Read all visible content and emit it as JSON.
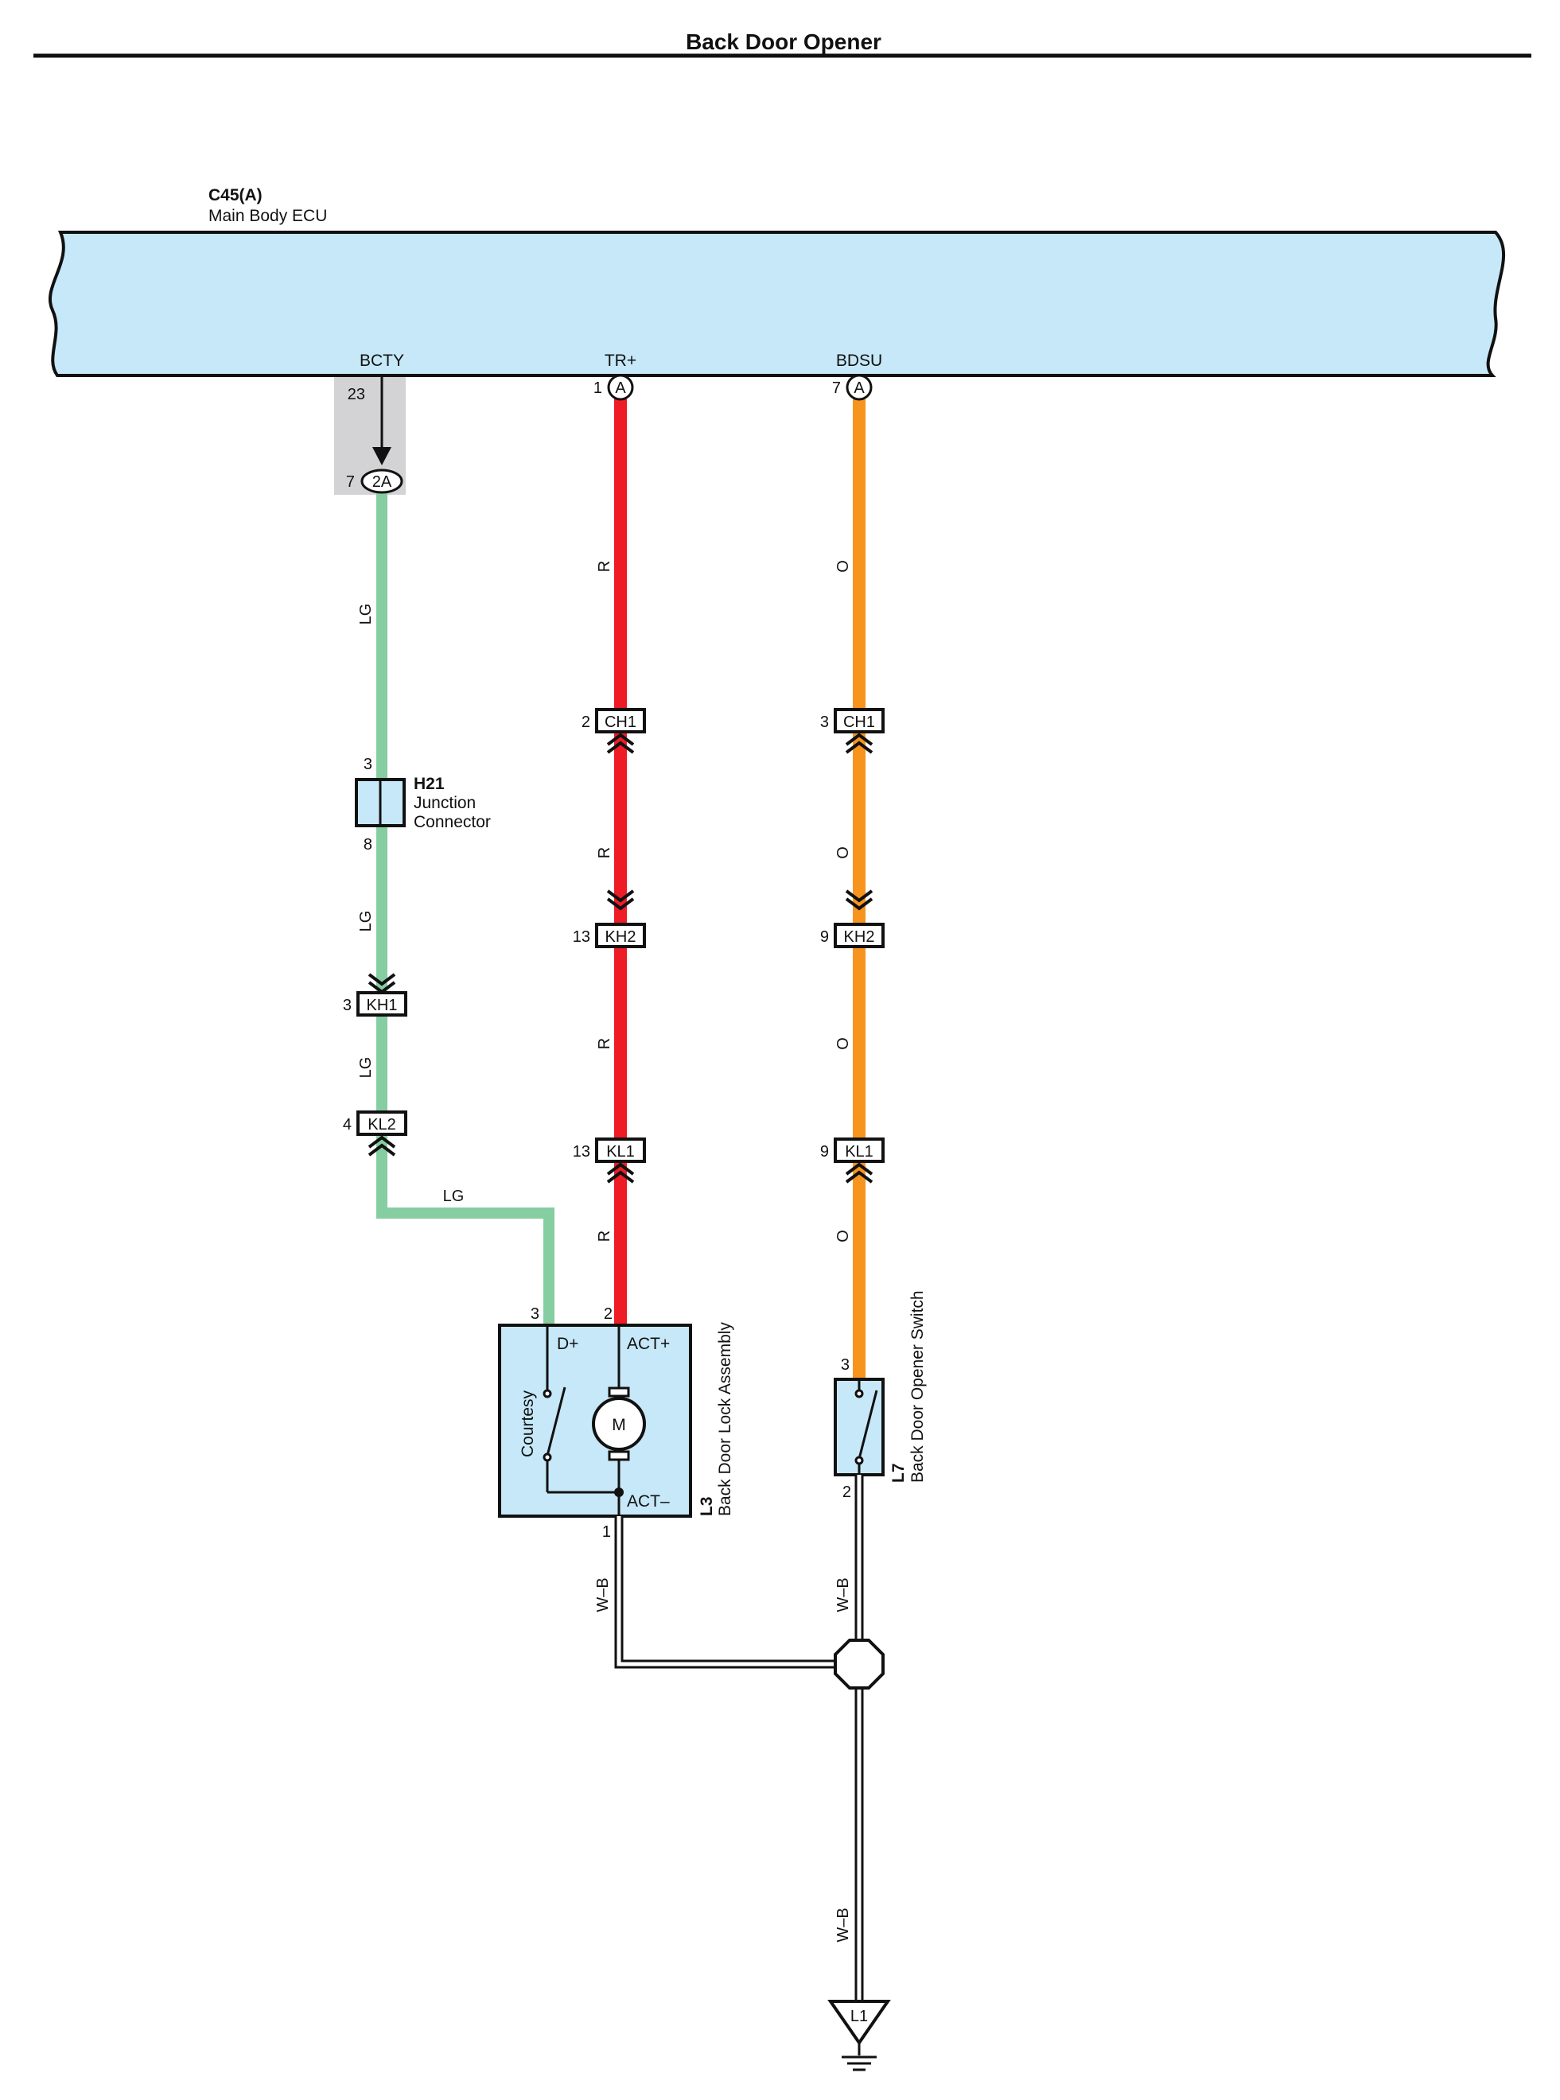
{
  "title": "Back Door Opener",
  "ecu": {
    "id": "C45(A)",
    "name": "Main Body ECU",
    "fill_color": "#c6e8f8",
    "terminals": [
      {
        "name": "BCTY",
        "pin": "23"
      },
      {
        "name": "TR+",
        "pin": "1",
        "connector": "A"
      },
      {
        "name": "BDSU",
        "pin": "7",
        "connector": "A"
      }
    ],
    "junction_block": {
      "pin": "7",
      "connector": "2A"
    }
  },
  "wire_colors": {
    "LG": "#86cda2",
    "R": "#ee1c25",
    "O": "#f7941d",
    "W-B": "#222222"
  },
  "wires": {
    "lg": "LG",
    "r": "R",
    "o": "O",
    "wb": "W–B"
  },
  "connectors": {
    "ch1_r": {
      "pin": "2",
      "name": "CH1"
    },
    "ch1_o": {
      "pin": "3",
      "name": "CH1"
    },
    "kh2_r": {
      "pin": "13",
      "name": "KH2"
    },
    "kh2_o": {
      "pin": "9",
      "name": "KH2"
    },
    "kl1_r": {
      "pin": "13",
      "name": "KL1"
    },
    "kl1_o": {
      "pin": "9",
      "name": "KL1"
    },
    "kh1": {
      "pin": "3",
      "name": "KH1"
    },
    "kl2": {
      "pin": "4",
      "name": "KL2"
    }
  },
  "h21": {
    "id": "H21",
    "name_line1": "Junction",
    "name_line2": "Connector",
    "pin_top": "3",
    "pin_bottom": "8"
  },
  "l3": {
    "id": "L3",
    "name": "Back Door Lock Assembly",
    "pin_d": "3",
    "pin_act_plus": "2",
    "pin_ground": "1",
    "label_d": "D+",
    "label_act_plus": "ACT+",
    "label_act_minus": "ACT–",
    "label_courtesy": "Courtesy",
    "motor": "M"
  },
  "l7": {
    "id": "L7",
    "name": "Back Door Opener Switch",
    "pin_top": "3",
    "pin_bottom": "2"
  },
  "ground": {
    "name": "L1"
  }
}
